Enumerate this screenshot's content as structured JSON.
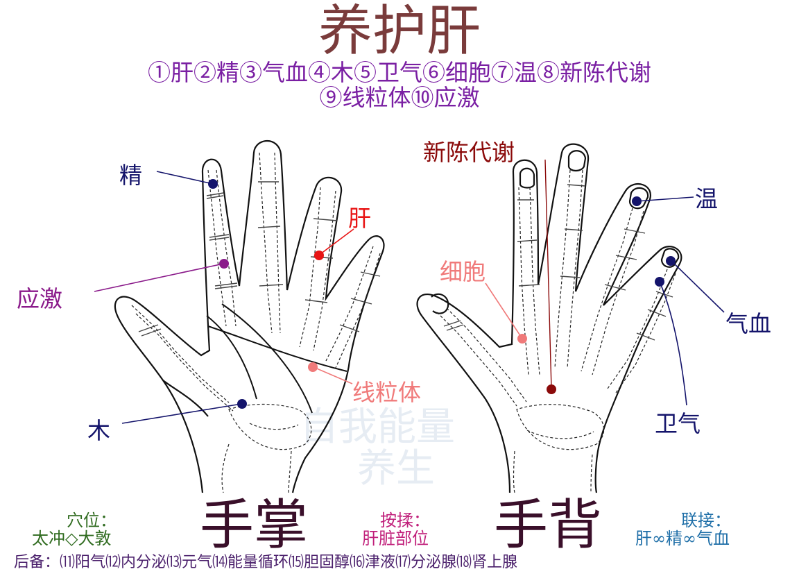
{
  "title": "养护肝",
  "legend_line1": "①肝②精③气血④木⑤卫气⑥细胞⑦温⑧新陈代谢",
  "legend_line2": "⑨线粒体⑩应激",
  "labels": {
    "jing": "精",
    "gan": "肝",
    "yingji": "应激",
    "xianliti": "线粒体",
    "mu": "木",
    "xinchendaixie": "新陈代谢",
    "wen": "温",
    "xibao": "细胞",
    "qixue": "气血",
    "weiqi": "卫气"
  },
  "captions": {
    "palm": "手掌",
    "back": "手背"
  },
  "footer": {
    "xuewei_title": "穴位：",
    "xuewei_value": "太冲◇大敦",
    "anrou_title": "按揉：",
    "anrou_value": "肝脏部位",
    "lianjie_title": "联接：",
    "lianjie_value": "肝∞精∞气血",
    "houbei": "后备：⑾阳气⑿内分泌⒀元气⒁能量循环⒂胆固醇⒃津液⒄分泌腺⒅肾上腺"
  },
  "watermark": {
    "line1": "自我能量",
    "line2": "养生"
  },
  "colors": {
    "title": "#7a3b3b",
    "legend": "#7a1fa3",
    "navy": "#14146b",
    "red": "#e81414",
    "purple": "#8a1a8a",
    "pink": "#f07a7a",
    "darkred": "#8b0a0a",
    "green": "#2f6b1f",
    "magenta": "#c01f7a",
    "blue": "#1f6fa8"
  }
}
